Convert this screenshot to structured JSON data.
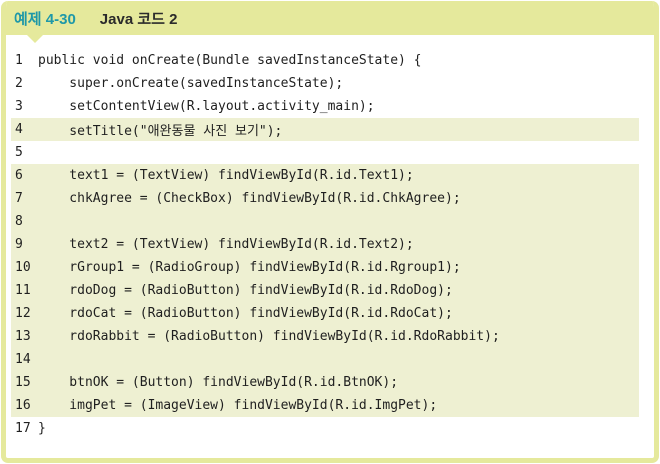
{
  "header": {
    "example_label": "예제 4-30",
    "title": "Java 코드 2"
  },
  "colors": {
    "frame": "#e5e99c",
    "highlight": "#eef0d2",
    "label_accent": "#1e98a8",
    "title_text": "#2b2b2b",
    "code_text": "#1f1f1f"
  },
  "code": {
    "lines": [
      {
        "number": "1",
        "text": "public void onCreate(Bundle savedInstanceState) {",
        "highlight": false
      },
      {
        "number": "2",
        "text": "    super.onCreate(savedInstanceState);",
        "highlight": false
      },
      {
        "number": "3",
        "text": "    setContentView(R.layout.activity_main);",
        "highlight": false
      },
      {
        "number": "4",
        "text": "    setTitle(\"애완동물 사진 보기\");",
        "highlight": true
      },
      {
        "number": "5",
        "text": "",
        "highlight": false
      },
      {
        "number": "6",
        "text": "    text1 = (TextView) findViewById(R.id.Text1);",
        "highlight": true
      },
      {
        "number": "7",
        "text": "    chkAgree = (CheckBox) findViewById(R.id.ChkAgree);",
        "highlight": true
      },
      {
        "number": "8",
        "text": "",
        "highlight": true
      },
      {
        "number": "9",
        "text": "    text2 = (TextView) findViewById(R.id.Text2);",
        "highlight": true
      },
      {
        "number": "10",
        "text": "    rGroup1 = (RadioGroup) findViewById(R.id.Rgroup1);",
        "highlight": true
      },
      {
        "number": "11",
        "text": "    rdoDog = (RadioButton) findViewById(R.id.RdoDog);",
        "highlight": true
      },
      {
        "number": "12",
        "text": "    rdoCat = (RadioButton) findViewById(R.id.RdoCat);",
        "highlight": true
      },
      {
        "number": "13",
        "text": "    rdoRabbit = (RadioButton) findViewById(R.id.RdoRabbit);",
        "highlight": true
      },
      {
        "number": "14",
        "text": "",
        "highlight": true
      },
      {
        "number": "15",
        "text": "    btnOK = (Button) findViewById(R.id.BtnOK);",
        "highlight": true
      },
      {
        "number": "16",
        "text": "    imgPet = (ImageView) findViewById(R.id.ImgPet);",
        "highlight": true
      },
      {
        "number": "17",
        "text": "}",
        "highlight": false
      }
    ]
  }
}
